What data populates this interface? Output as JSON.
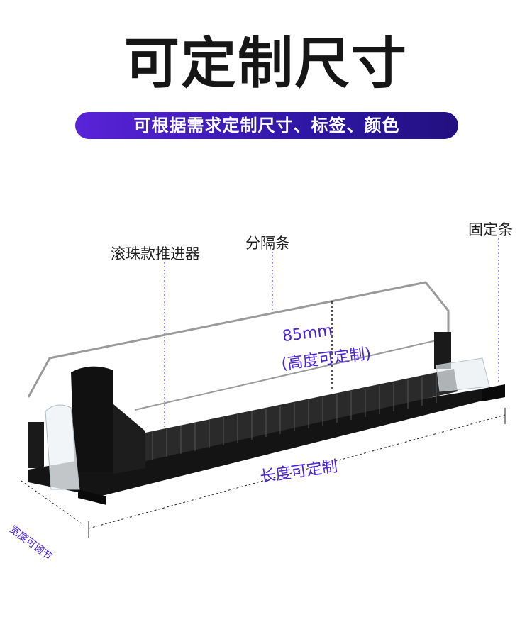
{
  "title": "可定制尺寸",
  "subtitle": "可根据需求定制尺寸、标签、颜色",
  "labels": {
    "pusher": "滚珠款推进器",
    "divider": "分隔条",
    "fixed_bar": "固定条"
  },
  "dimensions": {
    "height_value": "85mm",
    "height_note": "(高度可定制)",
    "length": "长度可定制",
    "width": "宽度可调节"
  },
  "colors": {
    "accent": "#4a24d6",
    "bar_start": "#5a23d8",
    "bar_end": "#23107f",
    "product_black": "#141414"
  }
}
